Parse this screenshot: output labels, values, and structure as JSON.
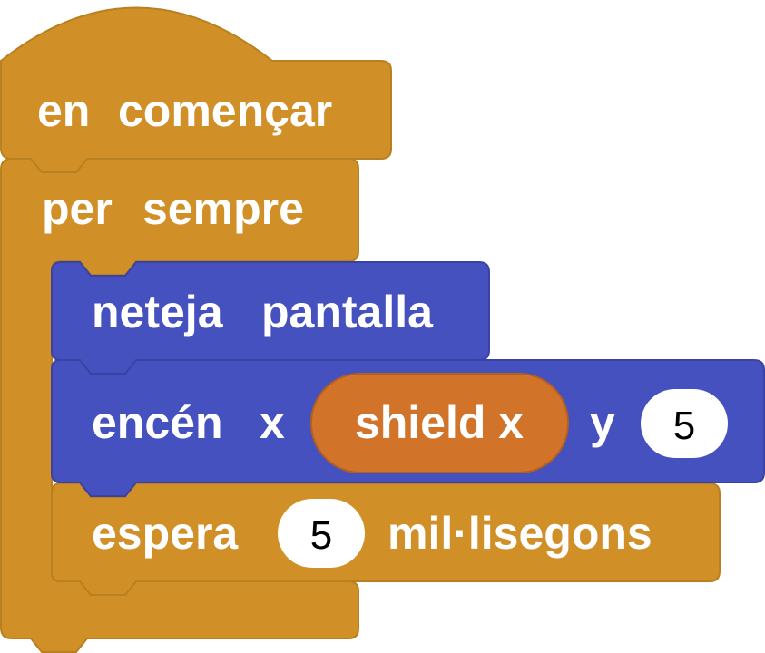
{
  "colors": {
    "control": "#d18f28",
    "control_stroke": "#b9801f",
    "led": "#4551be",
    "led_stroke": "#3a43a3",
    "variable": "#d2732a",
    "variable_stroke": "#b45f1e",
    "number_bg": "#ffffff"
  },
  "blocks": {
    "on_start": {
      "word1": "en",
      "word2": "començar"
    },
    "forever": {
      "word1": "per",
      "word2": "sempre"
    },
    "clear_screen": {
      "word1": "neteja",
      "word2": "pantalla"
    },
    "plot": {
      "word1": "encén",
      "x_label": "x",
      "x_variable": "shield x",
      "y_label": "y",
      "y_value": "5"
    },
    "pause": {
      "word1": "espera",
      "value": "5",
      "unit": "mil·lisegons"
    }
  }
}
